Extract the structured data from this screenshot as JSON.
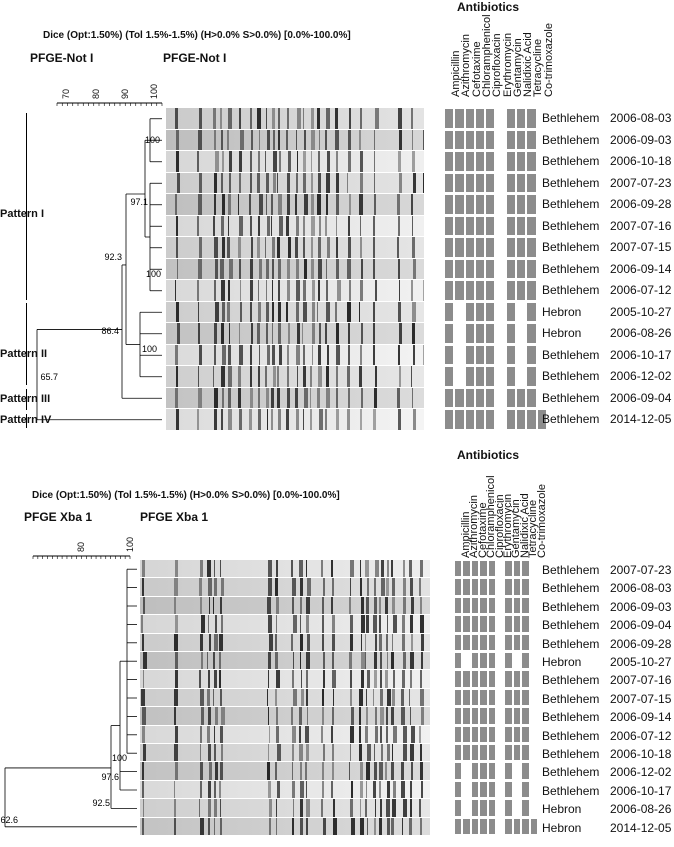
{
  "antibiotic_names": [
    "Ampicillin",
    "Azithromycin",
    "Cefotaxime",
    "Chloramphenicol",
    "Ciprofloxacin",
    "Erythromycin",
    "Gentamycin",
    "Nalidixic Acid",
    "Tetracycline",
    "Co-trimoxazole"
  ],
  "top": {
    "params": "Dice (Opt:1.50%) (Tol 1.5%-1.5%) (H>0.0% S>0.0%) [0.0%-100.0%]",
    "dendro_title": "PFGE-Not I",
    "gel_title": "PFGE-Not I",
    "antibiotics_title": "Antibiotics",
    "scale_ticks": [
      "70",
      "80",
      "90",
      "100"
    ],
    "patterns": [
      {
        "label": "Pattern I"
      },
      {
        "label": "Pattern II"
      },
      {
        "label": "Pattern III"
      },
      {
        "label": "Pattern IV"
      }
    ],
    "node_values": [
      "100",
      "97.1",
      "100",
      "92.3",
      "100",
      "86.4",
      "65.7"
    ],
    "rows": [
      {
        "place": "Bethlehem",
        "date": "2006-08-03",
        "r": [
          1,
          1,
          1,
          1,
          1,
          0,
          1,
          1,
          1,
          0
        ]
      },
      {
        "place": "Bethlehem",
        "date": "2006-09-03",
        "r": [
          1,
          1,
          1,
          1,
          1,
          0,
          1,
          1,
          1,
          0
        ]
      },
      {
        "place": "Bethlehem",
        "date": "2006-10-18",
        "r": [
          1,
          1,
          1,
          1,
          1,
          0,
          1,
          1,
          1,
          0
        ]
      },
      {
        "place": "Bethlehem",
        "date": "2007-07-23",
        "r": [
          1,
          1,
          1,
          1,
          1,
          0,
          1,
          1,
          1,
          0
        ]
      },
      {
        "place": "Bethlehem",
        "date": "2006-09-28",
        "r": [
          1,
          1,
          1,
          1,
          1,
          0,
          1,
          1,
          1,
          0
        ]
      },
      {
        "place": "Bethlehem",
        "date": "2007-07-16",
        "r": [
          1,
          1,
          1,
          1,
          1,
          0,
          1,
          1,
          1,
          0
        ]
      },
      {
        "place": "Bethlehem",
        "date": "2007-07-15",
        "r": [
          1,
          1,
          1,
          1,
          1,
          0,
          1,
          1,
          1,
          0
        ]
      },
      {
        "place": "Bethlehem",
        "date": "2006-09-14",
        "r": [
          1,
          1,
          1,
          1,
          1,
          0,
          1,
          1,
          1,
          0
        ]
      },
      {
        "place": "Bethlehem",
        "date": "2006-07-12",
        "r": [
          1,
          1,
          1,
          1,
          1,
          0,
          1,
          1,
          1,
          0
        ]
      },
      {
        "place": "Hebron",
        "date": "2005-10-27",
        "r": [
          1,
          0,
          1,
          1,
          1,
          0,
          1,
          0,
          1,
          0
        ]
      },
      {
        "place": "Hebron",
        "date": "2006-08-26",
        "r": [
          1,
          0,
          1,
          1,
          1,
          0,
          1,
          0,
          1,
          0
        ]
      },
      {
        "place": "Bethlehem",
        "date": "2006-10-17",
        "r": [
          1,
          0,
          1,
          1,
          1,
          0,
          1,
          0,
          1,
          0
        ]
      },
      {
        "place": "Bethlehem",
        "date": "2006-12-02",
        "r": [
          1,
          0,
          1,
          1,
          1,
          0,
          1,
          0,
          1,
          0
        ]
      },
      {
        "place": "Bethlehem",
        "date": "2006-09-04",
        "r": [
          1,
          1,
          1,
          1,
          1,
          0,
          1,
          1,
          1,
          0
        ]
      },
      {
        "place": "Bethlehem",
        "date": "2014-12-05",
        "r": [
          1,
          1,
          1,
          1,
          1,
          0,
          1,
          1,
          1,
          1
        ]
      }
    ]
  },
  "bottom": {
    "params": "Dice (Opt:1.50%) (Tol 1.5%-1.5%) (H>0.0% S>0.0%) [0.0%-100.0%]",
    "dendro_title": "PFGE Xba 1",
    "gel_title": "PFGE Xba 1",
    "antibiotics_title": "Antibiotics",
    "scale_ticks": [
      "80",
      "100"
    ],
    "node_values": [
      "100",
      "97.6",
      "92.5",
      "62.6"
    ],
    "rows": [
      {
        "place": "Bethlehem",
        "date": "2007-07-23",
        "r": [
          1,
          1,
          1,
          1,
          1,
          0,
          1,
          1,
          1,
          0
        ]
      },
      {
        "place": "Bethlehem",
        "date": "2006-08-03",
        "r": [
          1,
          1,
          1,
          1,
          1,
          0,
          1,
          1,
          1,
          0
        ]
      },
      {
        "place": "Bethlehem",
        "date": "2006-09-03",
        "r": [
          1,
          1,
          1,
          1,
          1,
          0,
          1,
          1,
          1,
          0
        ]
      },
      {
        "place": "Bethlehem",
        "date": "2006-09-04",
        "r": [
          1,
          1,
          1,
          1,
          1,
          0,
          1,
          1,
          1,
          0
        ]
      },
      {
        "place": "Bethlehem",
        "date": "2006-09-28",
        "r": [
          1,
          1,
          1,
          1,
          1,
          0,
          1,
          1,
          1,
          0
        ]
      },
      {
        "place": "Hebron",
        "date": "2005-10-27",
        "r": [
          1,
          0,
          1,
          1,
          1,
          0,
          1,
          0,
          1,
          0
        ]
      },
      {
        "place": "Bethlehem",
        "date": "2007-07-16",
        "r": [
          1,
          1,
          1,
          1,
          1,
          0,
          1,
          1,
          1,
          0
        ]
      },
      {
        "place": "Bethlehem",
        "date": "2007-07-15",
        "r": [
          1,
          1,
          1,
          1,
          1,
          0,
          1,
          1,
          1,
          0
        ]
      },
      {
        "place": "Bethlehem",
        "date": "2006-09-14",
        "r": [
          1,
          1,
          1,
          1,
          1,
          0,
          1,
          1,
          1,
          0
        ]
      },
      {
        "place": "Bethlehem",
        "date": "2006-07-12",
        "r": [
          1,
          1,
          1,
          1,
          1,
          0,
          1,
          1,
          1,
          0
        ]
      },
      {
        "place": "Bethlehem",
        "date": "2006-10-18",
        "r": [
          1,
          1,
          1,
          1,
          1,
          0,
          1,
          1,
          1,
          0
        ]
      },
      {
        "place": "Bethlehem",
        "date": "2006-12-02",
        "r": [
          1,
          0,
          1,
          1,
          1,
          0,
          1,
          0,
          1,
          0
        ]
      },
      {
        "place": "Bethlehem",
        "date": "2006-10-17",
        "r": [
          1,
          0,
          1,
          1,
          1,
          0,
          1,
          0,
          1,
          0
        ]
      },
      {
        "place": "Hebron",
        "date": "2006-08-26",
        "r": [
          1,
          0,
          1,
          1,
          1,
          0,
          1,
          0,
          1,
          0
        ]
      },
      {
        "place": "Hebron",
        "date": "2014-12-05",
        "r": [
          1,
          1,
          1,
          1,
          1,
          0,
          1,
          1,
          1,
          1
        ]
      }
    ]
  },
  "colors": {
    "resistant": "#8c8c8c",
    "gel_bg": "#d8d8d8",
    "band": "#1a1a1a"
  }
}
